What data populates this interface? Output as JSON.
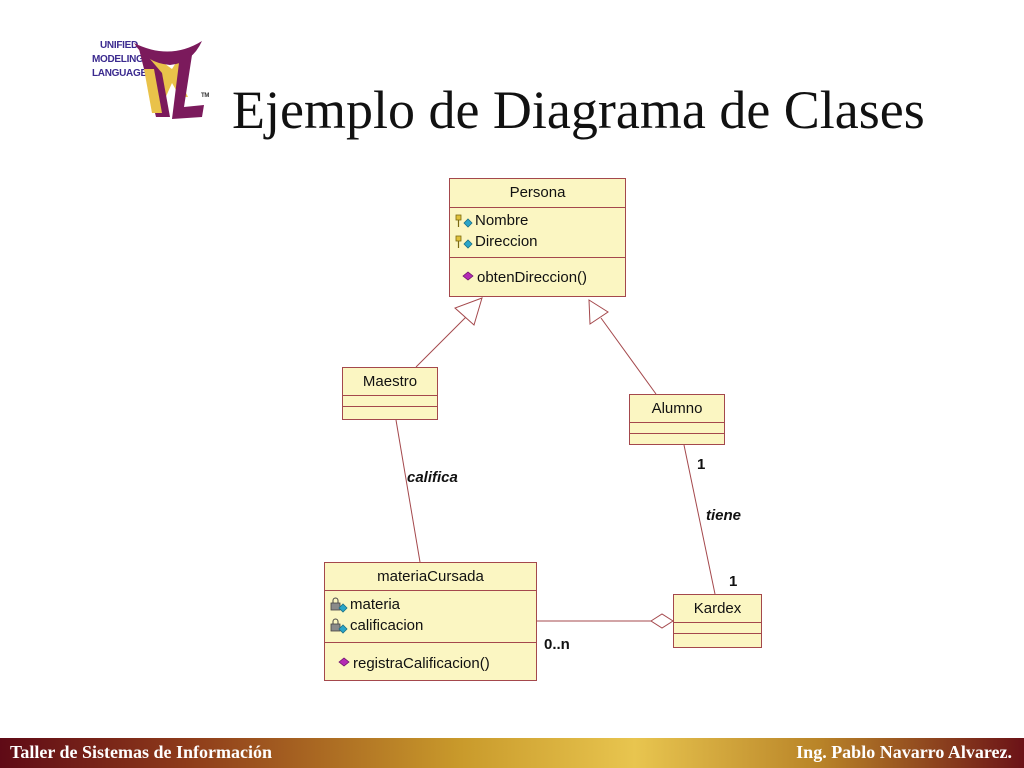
{
  "logo": {
    "lines": [
      "UNIFIED",
      "MODELING",
      "LANGUAGE"
    ],
    "tm": "TM"
  },
  "title": "Ejemplo de Diagrama de Clases",
  "classes": {
    "persona": {
      "name": "Persona",
      "attributes": [
        "Nombre",
        "Direccion"
      ],
      "operations": [
        "obtenDireccion()"
      ]
    },
    "maestro": {
      "name": "Maestro"
    },
    "alumno": {
      "name": "Alumno"
    },
    "materia": {
      "name": "materiaCursada",
      "attributes": [
        "materia",
        "calificacion"
      ],
      "operations": [
        "registraCalificacion()"
      ]
    },
    "kardex": {
      "name": "Kardex"
    }
  },
  "associations": {
    "califica": "califica",
    "tiene": "tiene",
    "mult_alumno": "1",
    "mult_kardex": "1",
    "mult_materia": "0..n"
  },
  "footer": {
    "left": "Taller de Sistemas de Información",
    "right": "Ing. Pablo Navarro Alvarez."
  },
  "colors": {
    "class_fill": "#fbf6c2",
    "class_border": "#a4484c",
    "attr_icon": "#2aa6c9",
    "op_icon": "#b42ab4"
  }
}
